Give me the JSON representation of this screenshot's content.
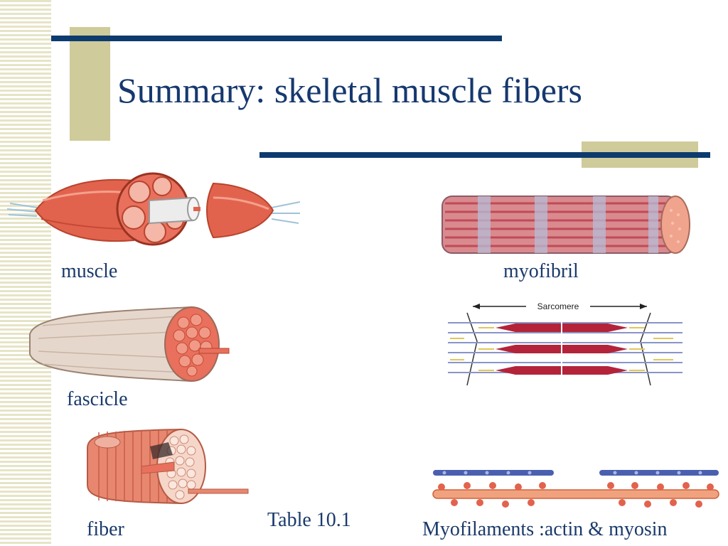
{
  "slide": {
    "title": "Summary: skeletal muscle fibers",
    "reference": "Table 10.1"
  },
  "figures": {
    "muscle": {
      "label": "muscle"
    },
    "fascicle": {
      "label": "fascicle"
    },
    "fiber": {
      "label": "fiber"
    },
    "myofibril": {
      "label": "myofibril"
    },
    "sarcomere": {
      "label": "Sarcomere"
    },
    "myofilaments": {
      "label": "Myofilaments :actin & myosin"
    }
  },
  "colors": {
    "title": "#16386e",
    "accent_line": "#0d3b6e",
    "accent_block": "#cfcb9a",
    "muscle_red": "#e2634d",
    "myosin": "#b3243a",
    "actin": "#4a5fb0"
  }
}
